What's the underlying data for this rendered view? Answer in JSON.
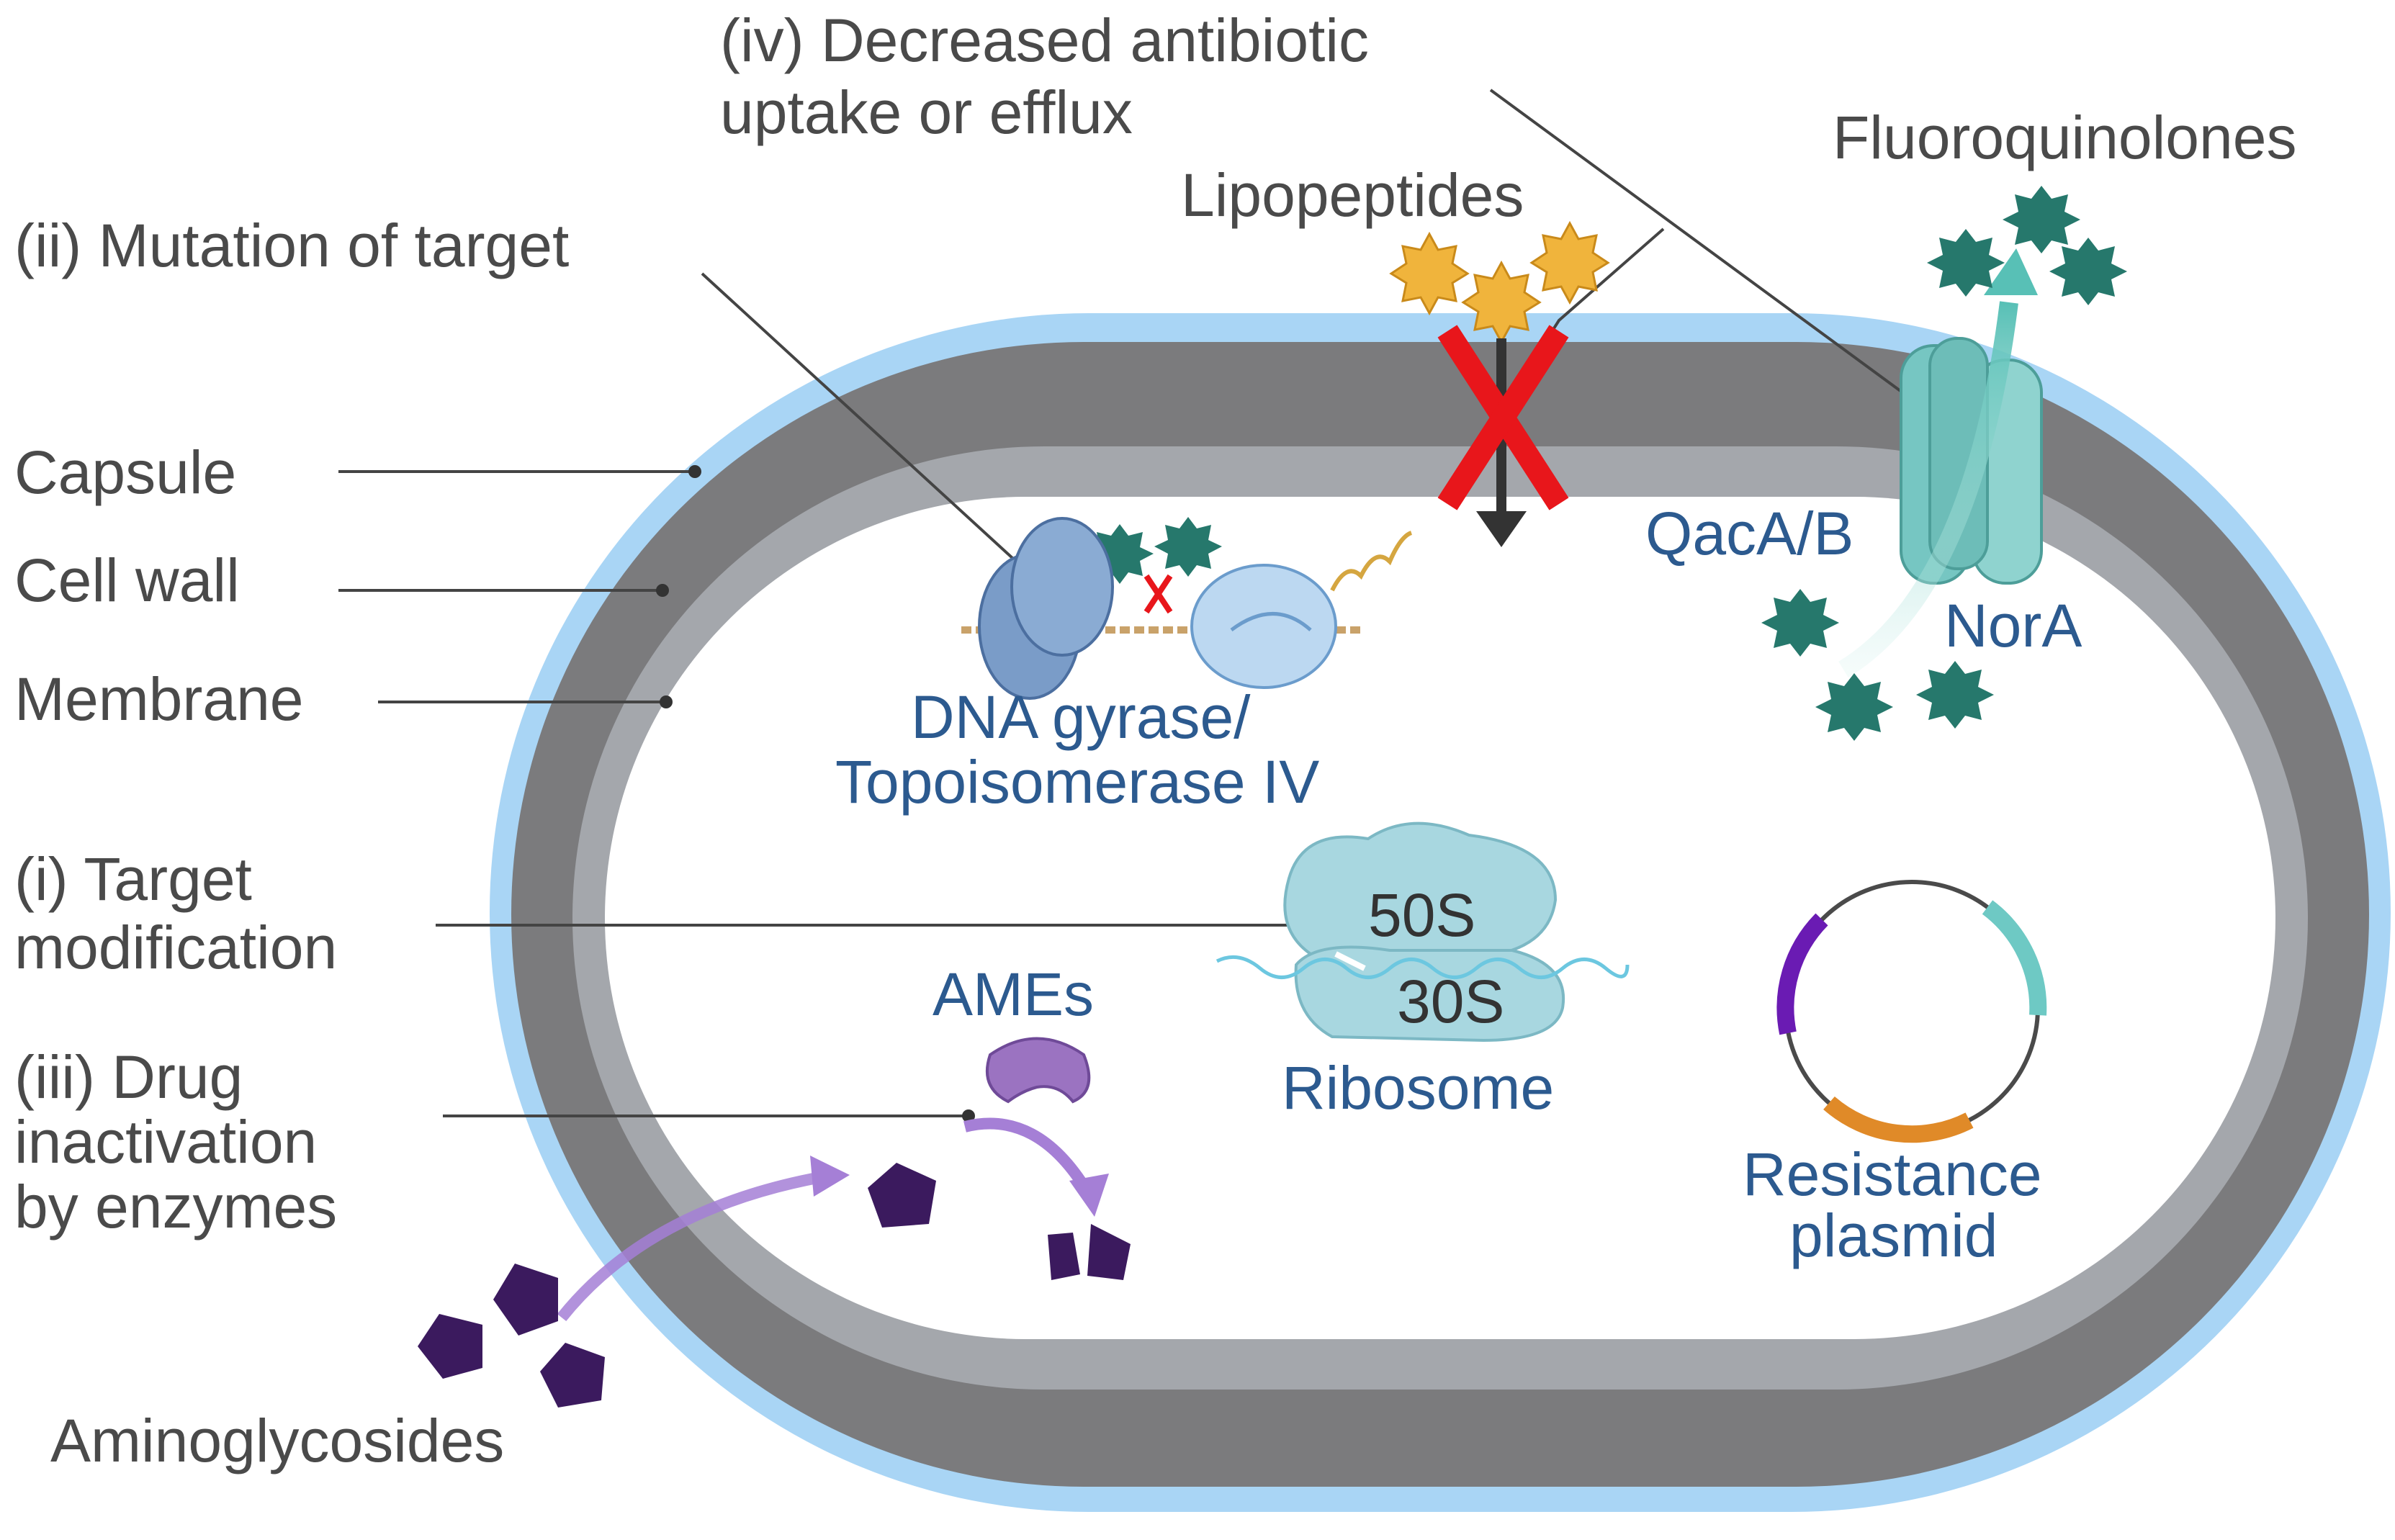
{
  "labels": {
    "decreased_uptake_line1": "(iv) Decreased antibiotic",
    "decreased_uptake_line2": "uptake or efflux",
    "fluoroquinolones": "Fluoroquinolones",
    "lipopeptides": "Lipopeptides",
    "mutation_of_target": "(ii) Mutation of target",
    "capsule": "Capsule",
    "cell_wall": "Cell wall",
    "membrane": "Membrane",
    "qaca_b": "QacA/B",
    "nora": "NorA",
    "dna_gyrase_line1": "DNA gyrase/",
    "dna_gyrase_line2": "Topoisomerase IV",
    "target_mod_line1": "(i) Target",
    "target_mod_line2": "modification",
    "subunit_50s": "50S",
    "subunit_30s": "30S",
    "ribosome": "Ribosome",
    "ames": "AMEs",
    "drug_inact_line1": "(iii) Drug",
    "drug_inact_line2": "inactivation",
    "drug_inact_line3": "by enzymes",
    "resistance_line1": "Resistance",
    "resistance_line2": "plasmid",
    "aminoglycosides": "Aminoglycosides"
  },
  "colors": {
    "capsule": "#a9d5f5",
    "cell_wall": "#7b7b7d",
    "membrane": "#a4a7ac",
    "cytoplasm": "#ffffff",
    "lipopeptide_star": "#f0b43c",
    "fluoroquinolone_star": "#26786c",
    "block_x": "#e8161b",
    "efflux_pump": "#76c6c2",
    "gyrase": "#7a9cc8",
    "ribosome": "#a8d7e0",
    "ames_enzyme": "#9b73c1",
    "aminoglycoside": "#3b1a5e",
    "plasmid_purple": "#6a1bb3",
    "plasmid_teal": "#6ec9c4",
    "plasmid_orange": "#e08a28"
  }
}
